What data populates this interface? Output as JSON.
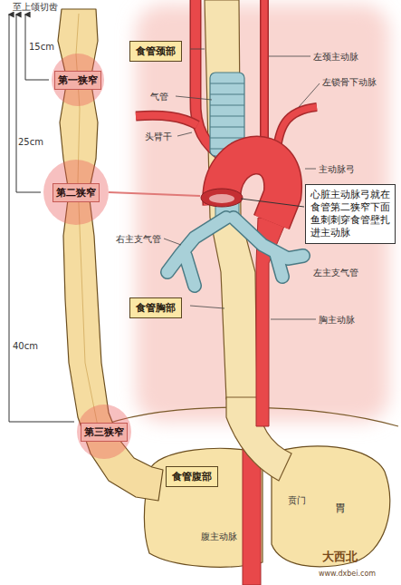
{
  "diagram": {
    "nodes": [
      {
        "text": [
          "食管颈部"
        ]
      },
      {
        "text": [
          "第一狭窄"
        ]
      },
      {
        "text": [
          "第二狭窄"
        ]
      },
      {
        "text": [
          "心脏主动脉弓就在食管第二狭窄下面鱼刺刺穿食管壁扎进主动脉"
        ]
      },
      {
        "text": [
          "食管胸部"
        ]
      },
      {
        "text": [
          "第三狭窄"
        ]
      },
      {
        "text": [
          "食管腹部"
        ]
      }
    ],
    "labels": [
      "至上颌切齿",
      "15cm",
      "左颈主动脉",
      "左锁骨下动脉",
      "气管",
      "头臂干",
      "25cm",
      "主动脉弓",
      "右主支气管",
      "左主支气管",
      "胸主动脉",
      "40cm",
      "贲门",
      "胃",
      "腹主动脉",
      "大西北",
      "www.dxbei.com"
    ]
  }
}
